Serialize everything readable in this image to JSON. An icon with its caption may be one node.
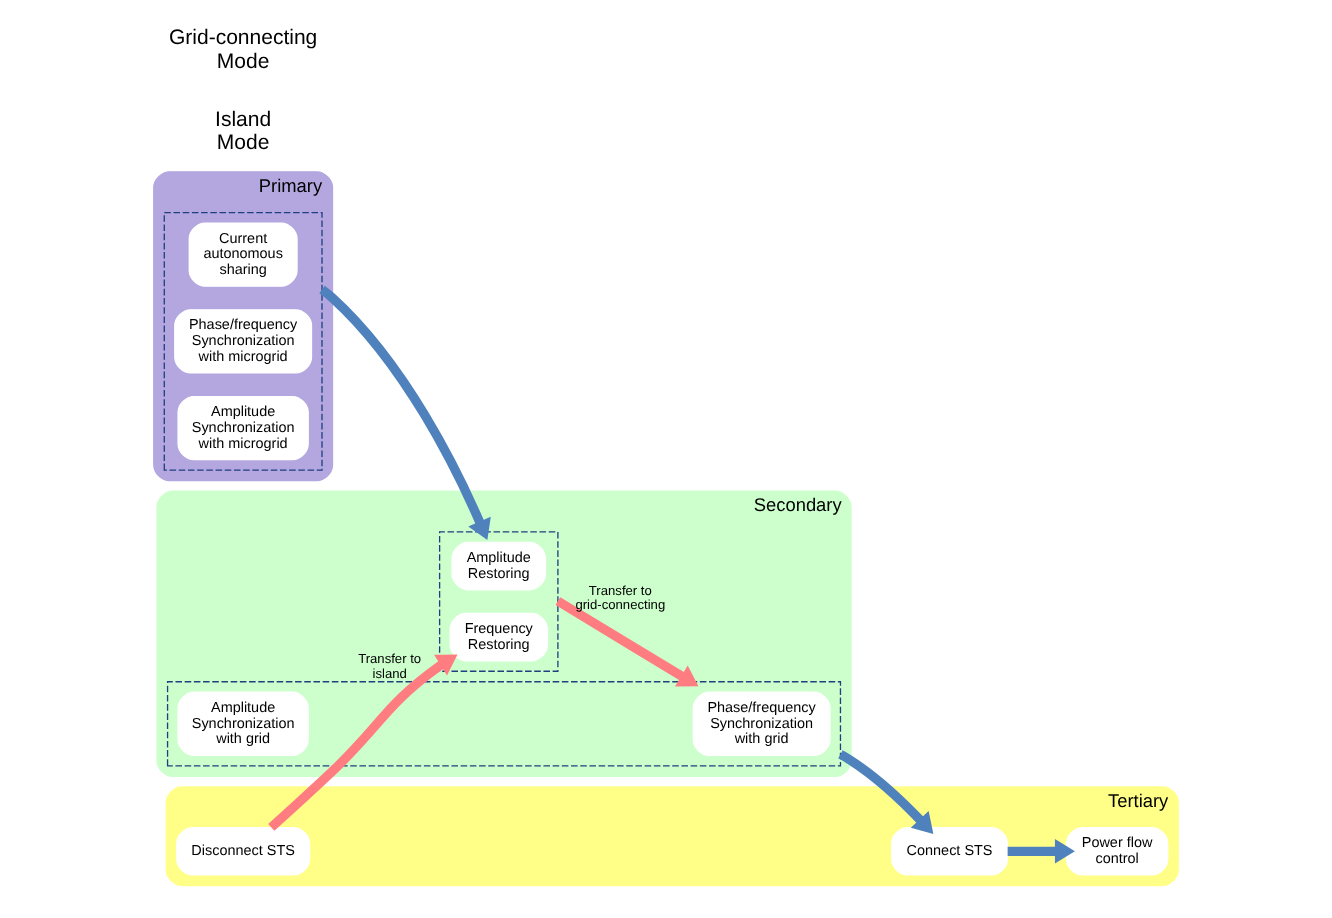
{
  "diagram": {
    "nodes": [
      {
        "text": [
          "Primary"
        ]
      },
      {
        "text": [],
        "shape": "box",
        "in": 0
      },
      {
        "text": [
          "Current autonomous sharing"
        ],
        "in": 1
      },
      {
        "text": [
          "Phase/frequency Synchronization with microgrid"
        ],
        "in": 1
      },
      {
        "text": [
          "Amplitude Synchronization with microgrid"
        ],
        "in": 1
      },
      {
        "text": [
          "Secondary"
        ]
      },
      {
        "text": [],
        "shape": "box",
        "in": 5
      },
      {
        "text": [
          "Amplitude Restoring"
        ],
        "in": 6
      },
      {
        "text": [
          "Frequency Restoring"
        ],
        "in": 6
      },
      {
        "text": [],
        "shape": "box",
        "in": 5
      },
      {
        "text": [
          "Phase/frequency Synchronization with grid"
        ],
        "in": 9
      },
      {
        "text": [
          "Amplitude Synchronization with grid"
        ],
        "in": 9
      },
      {
        "text": [
          "Tertiary"
        ]
      },
      {
        "text": [
          "Power flow control"
        ],
        "in": 12
      },
      {
        "text": [
          "Disconnect STS"
        ],
        "in": 12
      },
      {
        "text": [
          "Connect STS"
        ],
        "in": 12
      }
    ],
    "edges": [
      {
        "from": 1,
        "to": 6,
        "arrow": "to",
        "color": "#4f81bd"
      },
      {
        "from": 14,
        "to": 8,
        "arrow": "to",
        "label": "Transfer to island",
        "color": "#ff7c80"
      },
      {
        "from": 6,
        "to": 9,
        "arrow": "to",
        "label": "Transfer to grid-connecting",
        "color": "#ff7c80"
      },
      {
        "from": 9,
        "to": 15,
        "arrow": "to",
        "color": "#4f81bd"
      },
      {
        "from": 15,
        "to": 13,
        "arrow": "to",
        "color": "#4f81bd"
      }
    ],
    "labels": [
      "Island Mode",
      "Grid-connecting Mode"
    ]
  }
}
